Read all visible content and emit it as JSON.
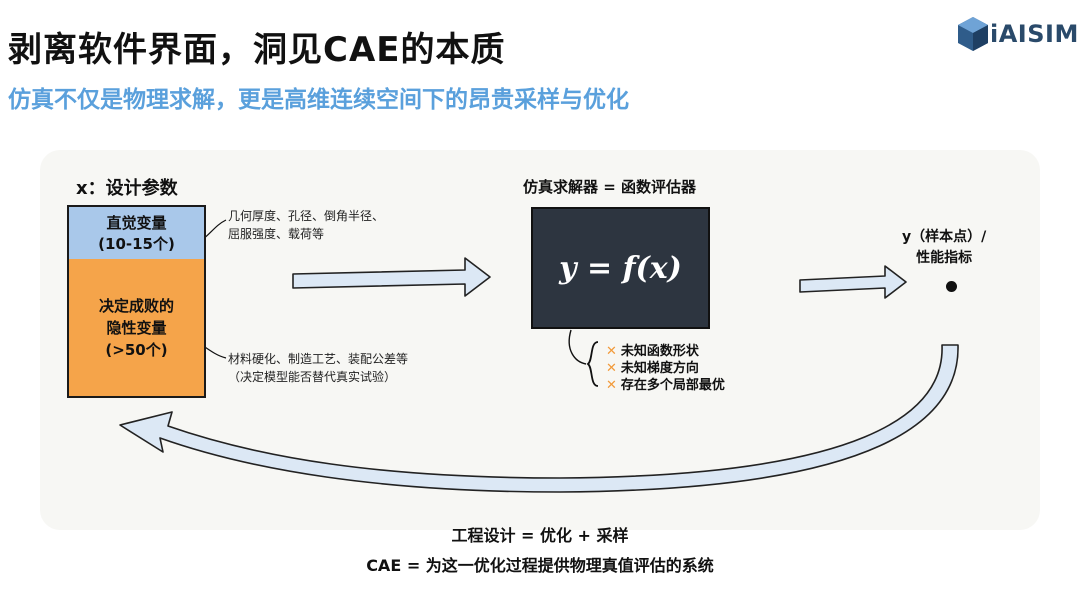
{
  "header": {
    "title": "剥离软件界面，洞见CAE的本质",
    "subtitle": "仿真不仅是物理求解，更是高维连续空间下的昂贵采样与优化",
    "logo_text": "iAISIM"
  },
  "diagram": {
    "x_title": "x：设计参数",
    "blue_box": {
      "line1": "直觉变量",
      "line2": "(10-15个)"
    },
    "orange_box": {
      "line1": "决定成败的",
      "line2": "隐性变量",
      "line3": "(>50个)"
    },
    "note_blue": {
      "line1": "几何厚度、孔径、倒角半径、",
      "line2": "屈服强度、载荷等"
    },
    "note_orange": {
      "line1": "材料硬化、制造工艺、装配公差等",
      "line2": "（决定模型能否替代真实试验）"
    },
    "solver_title": "仿真求解器 = 函数评估器",
    "solver_formula": "y = f(x)",
    "issues": [
      "未知函数形状",
      "未知梯度方向",
      "存在多个局部最优"
    ],
    "issue_mark": "✕",
    "y_label": {
      "line1": "y（样本点）/",
      "line2": "性能指标"
    }
  },
  "footer": {
    "line1": "工程设计 = 优化 + 采样",
    "line2": "CAE = 为这一优化过程提供物理真值评估的系统"
  },
  "colors": {
    "accent_blue": "#5aa0dc",
    "box_blue": "#a9c8ea",
    "box_orange": "#f5a44a",
    "solver_bg": "#2d3540",
    "arrow_fill": "#dce8f5"
  }
}
